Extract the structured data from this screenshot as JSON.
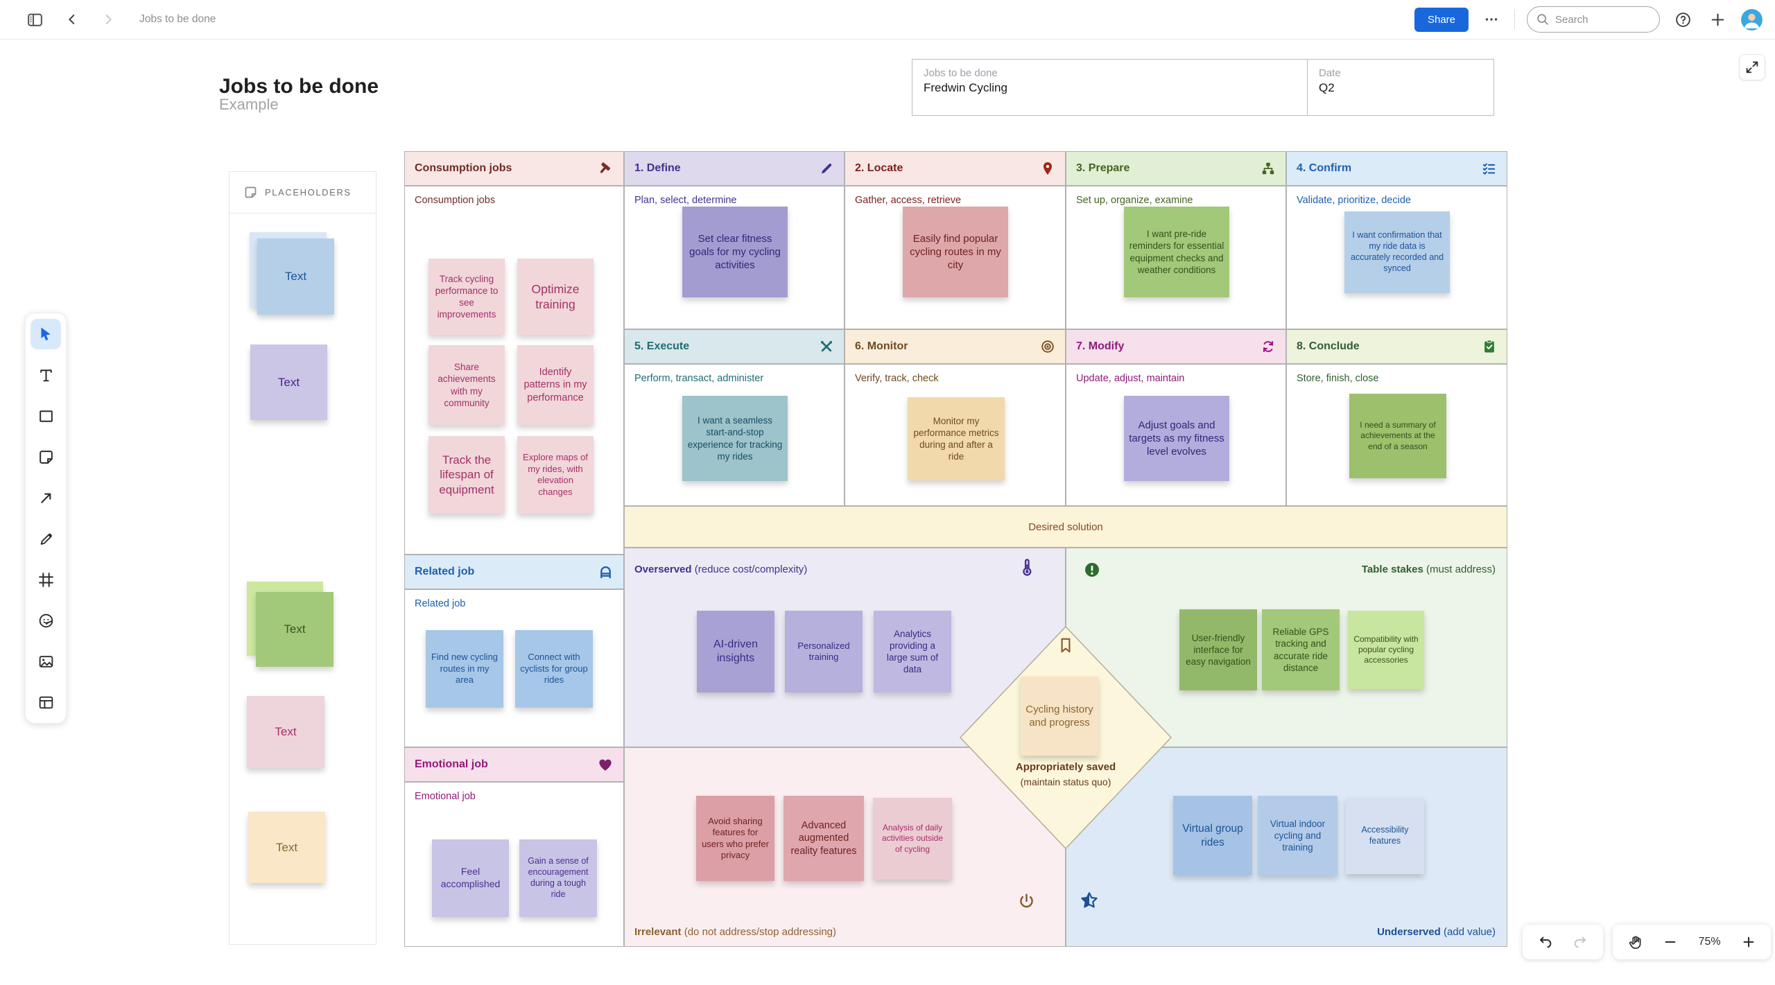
{
  "colors": {
    "accent_blue": "#1868db",
    "desired_band": "#fbf4d9",
    "overserved_bg": "#eceaf4",
    "table_stakes_bg": "#edf4e9",
    "irrelevant_bg": "#faeef0",
    "underserved_bg": "#dde9f6"
  },
  "topbar": {
    "title": "Jobs to be done",
    "share": "Share",
    "search_placeholder": "Search",
    "icons": [
      "sidebar-toggle-icon",
      "back-icon",
      "forward-icon",
      "more-icon",
      "search-icon",
      "help-icon",
      "plus-icon",
      "avatar"
    ]
  },
  "page": {
    "title": "Jobs to be done",
    "subtitle": "Example"
  },
  "info_table": {
    "col1_label": "Jobs to be done",
    "col1_value": "Fredwin Cycling",
    "col2_label": "Date",
    "col2_value": "Q2"
  },
  "placeholders": {
    "header": "PLACEHOLDERS",
    "items": [
      {
        "label": "Text",
        "color": "blue"
      },
      {
        "label": "Text",
        "color": "purple"
      },
      {
        "label": "Text",
        "color": "green"
      },
      {
        "label": "Text",
        "color": "pink"
      },
      {
        "label": "Text",
        "color": "orange"
      }
    ]
  },
  "grid": {
    "consumption": {
      "title": "Consumption jobs",
      "icon": "hammer-icon",
      "subtitle": "Consumption jobs",
      "stickies": [
        "Track cycling performance to see improvements",
        "Optimize training",
        "Share achievements with my community",
        "Identify patterns in my performance",
        "Track the lifespan of equipment",
        "Explore maps of my rides, with elevation changes"
      ]
    },
    "steps": [
      {
        "title": "1. Define",
        "icon": "pencil-icon",
        "subtitle": "Plan, select, determine",
        "sticky": "Set clear fitness goals for my cycling activities"
      },
      {
        "title": "2. Locate",
        "icon": "location-pin-icon",
        "subtitle": "Gather, access, retrieve",
        "sticky": "Easily find popular cycling routes in my city"
      },
      {
        "title": "3. Prepare",
        "icon": "sitemap-icon",
        "subtitle": "Set up, organize, examine",
        "sticky": "I want pre-ride reminders for essential equipment checks and weather conditions"
      },
      {
        "title": "4. Confirm",
        "icon": "checklist-icon",
        "subtitle": "Validate, prioritize, decide",
        "sticky": "I want confirmation that my ride data is accurately recorded and synced"
      },
      {
        "title": "5. Execute",
        "icon": "crossed-tools-icon",
        "subtitle": "Perform, transact, administer",
        "sticky": "I want a seamless start-and-stop experience for tracking my rides"
      },
      {
        "title": "6. Monitor",
        "icon": "bullseye-icon",
        "subtitle": "Verify, track, check",
        "sticky": "Monitor my performance metrics during and after a ride"
      },
      {
        "title": "7. Modify",
        "icon": "refresh-icon",
        "subtitle": "Update, adjust, maintain",
        "sticky": "Adjust goals and targets as my fitness level evolves"
      },
      {
        "title": "8. Conclude",
        "icon": "clipboard-check-icon",
        "subtitle": "Store, finish, close",
        "sticky": "I need a summary of achievements at the end of a season"
      }
    ],
    "related": {
      "title": "Related job",
      "icon": "bench-icon",
      "subtitle": "Related job",
      "stickies": [
        "Find new cycling routes in my area",
        "Connect with cyclists for group rides"
      ]
    },
    "emotional": {
      "title": "Emotional job",
      "icon": "heart-icon",
      "subtitle": "Emotional job",
      "stickies": [
        "Feel accomplished",
        "Gain a sense of encouragement during a tough ride"
      ]
    },
    "desired_solution": "Desired solution",
    "quadrants": {
      "overserved": {
        "name": "Overserved",
        "qualifier": "(reduce cost/complexity)",
        "icon": "thermometer-icon",
        "stickies": [
          "AI-driven insights",
          "Personalized training",
          "Analytics providing a large sum of data"
        ]
      },
      "table_stakes": {
        "name": "Table stakes",
        "qualifier": "(must address)",
        "icon": "exclamation-icon",
        "stickies": [
          "User-friendly interface for easy navigation",
          "Reliable GPS tracking and accurate ride distance",
          "Compatibility with popular cycling accessories"
        ]
      },
      "irrelevant": {
        "name": "Irrelevant",
        "qualifier": "(do not address/stop addressing)",
        "icon": "power-icon",
        "stickies": [
          "Avoid sharing features for users who prefer privacy",
          "Advanced augmented reality features",
          "Analysis of daily activities outside of cycling"
        ]
      },
      "underserved": {
        "name": "Underserved",
        "qualifier": "(add value)",
        "icon": "star-icon",
        "stickies": [
          "Virtual group rides",
          "Virtual indoor cycling and training",
          "Accessibility features"
        ]
      }
    },
    "center": {
      "icon": "bookmark-icon",
      "sticky": "Cycling history and progress",
      "label": "Appropriately saved",
      "sublabel": "(maintain status quo)"
    }
  },
  "controls": {
    "zoom_level": "75%"
  }
}
